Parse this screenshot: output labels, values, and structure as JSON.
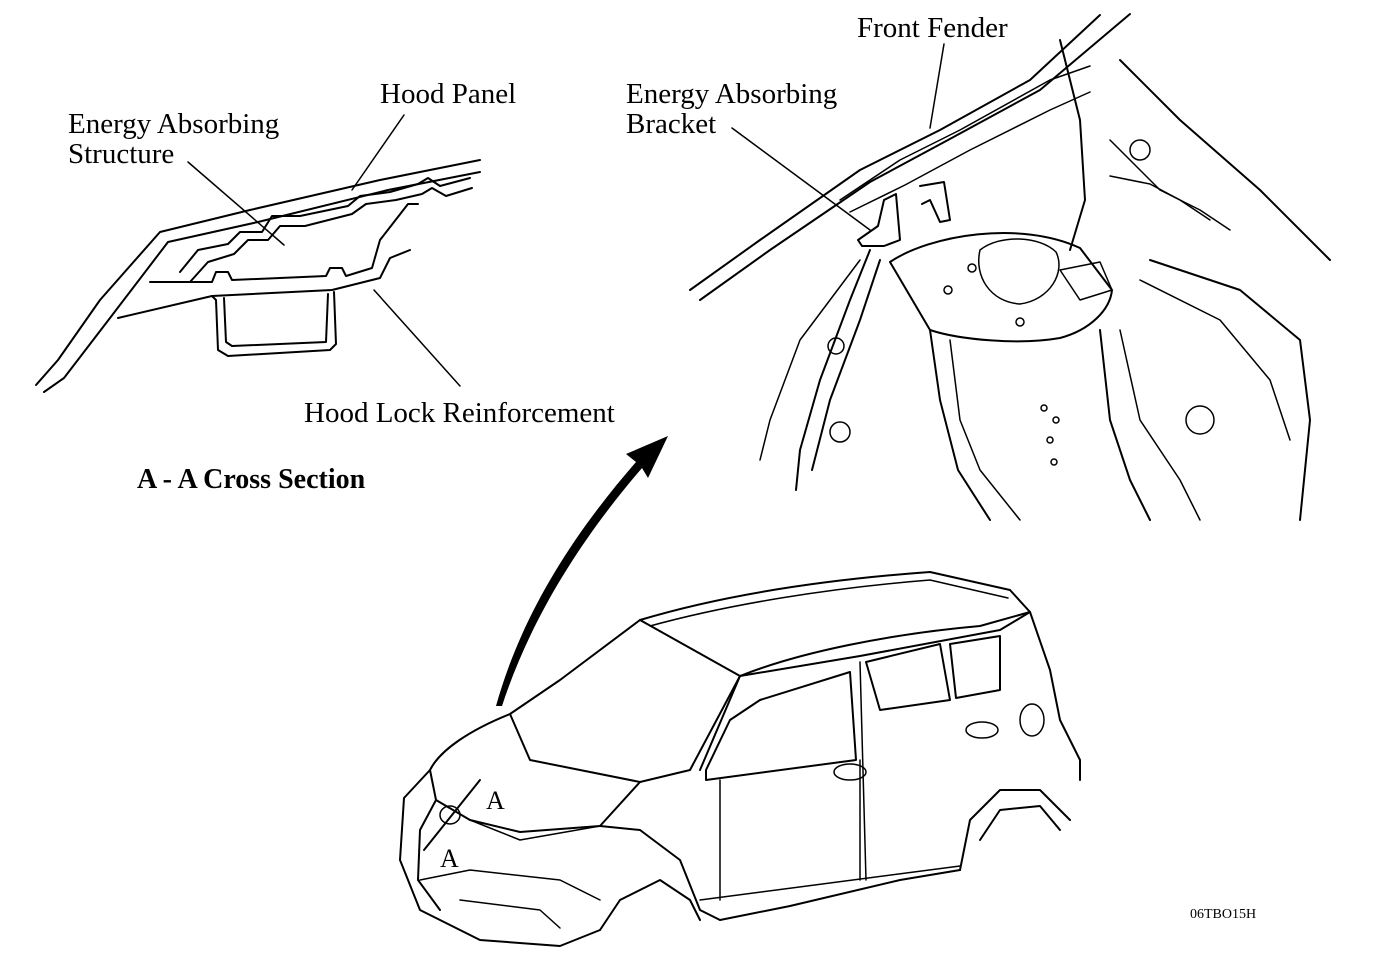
{
  "labels": {
    "hood_panel": "Hood Panel",
    "energy_absorbing_structure_1": "Energy Absorbing",
    "energy_absorbing_structure_2": "Structure",
    "hood_lock_reinforcement": "Hood Lock Reinforcement",
    "cross_section_title": "A - A Cross Section",
    "front_fender": "Front Fender",
    "energy_absorbing_bracket_1": "Energy Absorbing",
    "energy_absorbing_bracket_2": "Bracket",
    "section_mark_upper": "A",
    "section_mark_lower": "A",
    "figure_code": "06TBO15H"
  }
}
